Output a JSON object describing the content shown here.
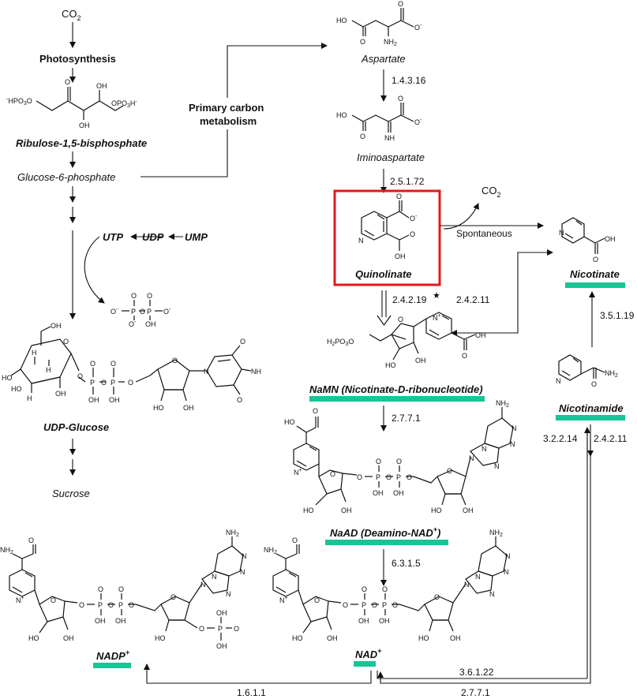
{
  "colors": {
    "highlight_box": "#e01919",
    "marker_bar": "#19c497"
  },
  "left": {
    "co2": "CO",
    "co2_sub": "2",
    "photosynthesis": "Photosynthesis",
    "rubp": "Ribulose-1,5-bisphosphate",
    "g6p": "Glucose-6-phosphate",
    "primary_carbon_1": "Primary carbon",
    "primary_carbon_2": "metabolism",
    "utp": "UTP",
    "udp": "UDP",
    "ump": "UMP",
    "udp_glucose": "UDP-Glucose",
    "sucrose": "Sucrose"
  },
  "right": {
    "aspartate": "Aspartate",
    "iminoaspartate": "Iminoaspartate",
    "quinolinate": "Quinolinate",
    "co2": "CO",
    "co2_sub": "2",
    "spontaneous": "Spontaneous",
    "nicotinate": "Nicotinate",
    "namn": "NaMN (Nicotinate-D-ribonucleotide)",
    "nicotinamide": "Nicotinamide",
    "naad": "NaAD (Deamino-NAD",
    "naad_sup": "+",
    "naad_close": ")",
    "nad": "NAD",
    "nad_sup": "+",
    "nadp": "NADP",
    "nadp_sup": "+"
  },
  "enzymes": {
    "e1": "1.4.3.16",
    "e2": "2.5.1.72",
    "e3": "2.4.2.19",
    "e3_star": "★",
    "e4": "2.4.2.11",
    "e5": "3.5.1.19",
    "e6": "2.7.7.1",
    "e7": "3.2.2.14",
    "e8": "2.4.2.11",
    "e9": "6.3.1.5",
    "e10": "1.6.1.1",
    "e11": "3.6.1.22",
    "e12": "2.7.7.1"
  },
  "atoms": {
    "ho": "HO",
    "oh": "OH",
    "o": "O",
    "o_minus": "O",
    "minus": "-",
    "nh2": "NH",
    "nh2_sub": "2",
    "nh": "NH",
    "n": "N",
    "n_plus": "N",
    "plus": "+",
    "p": "P",
    "h": "H",
    "hpo3": "HPO",
    "opo3h": "OPO",
    "h2po3o": "H",
    "po3": "PO",
    "ho_small": "HO"
  }
}
